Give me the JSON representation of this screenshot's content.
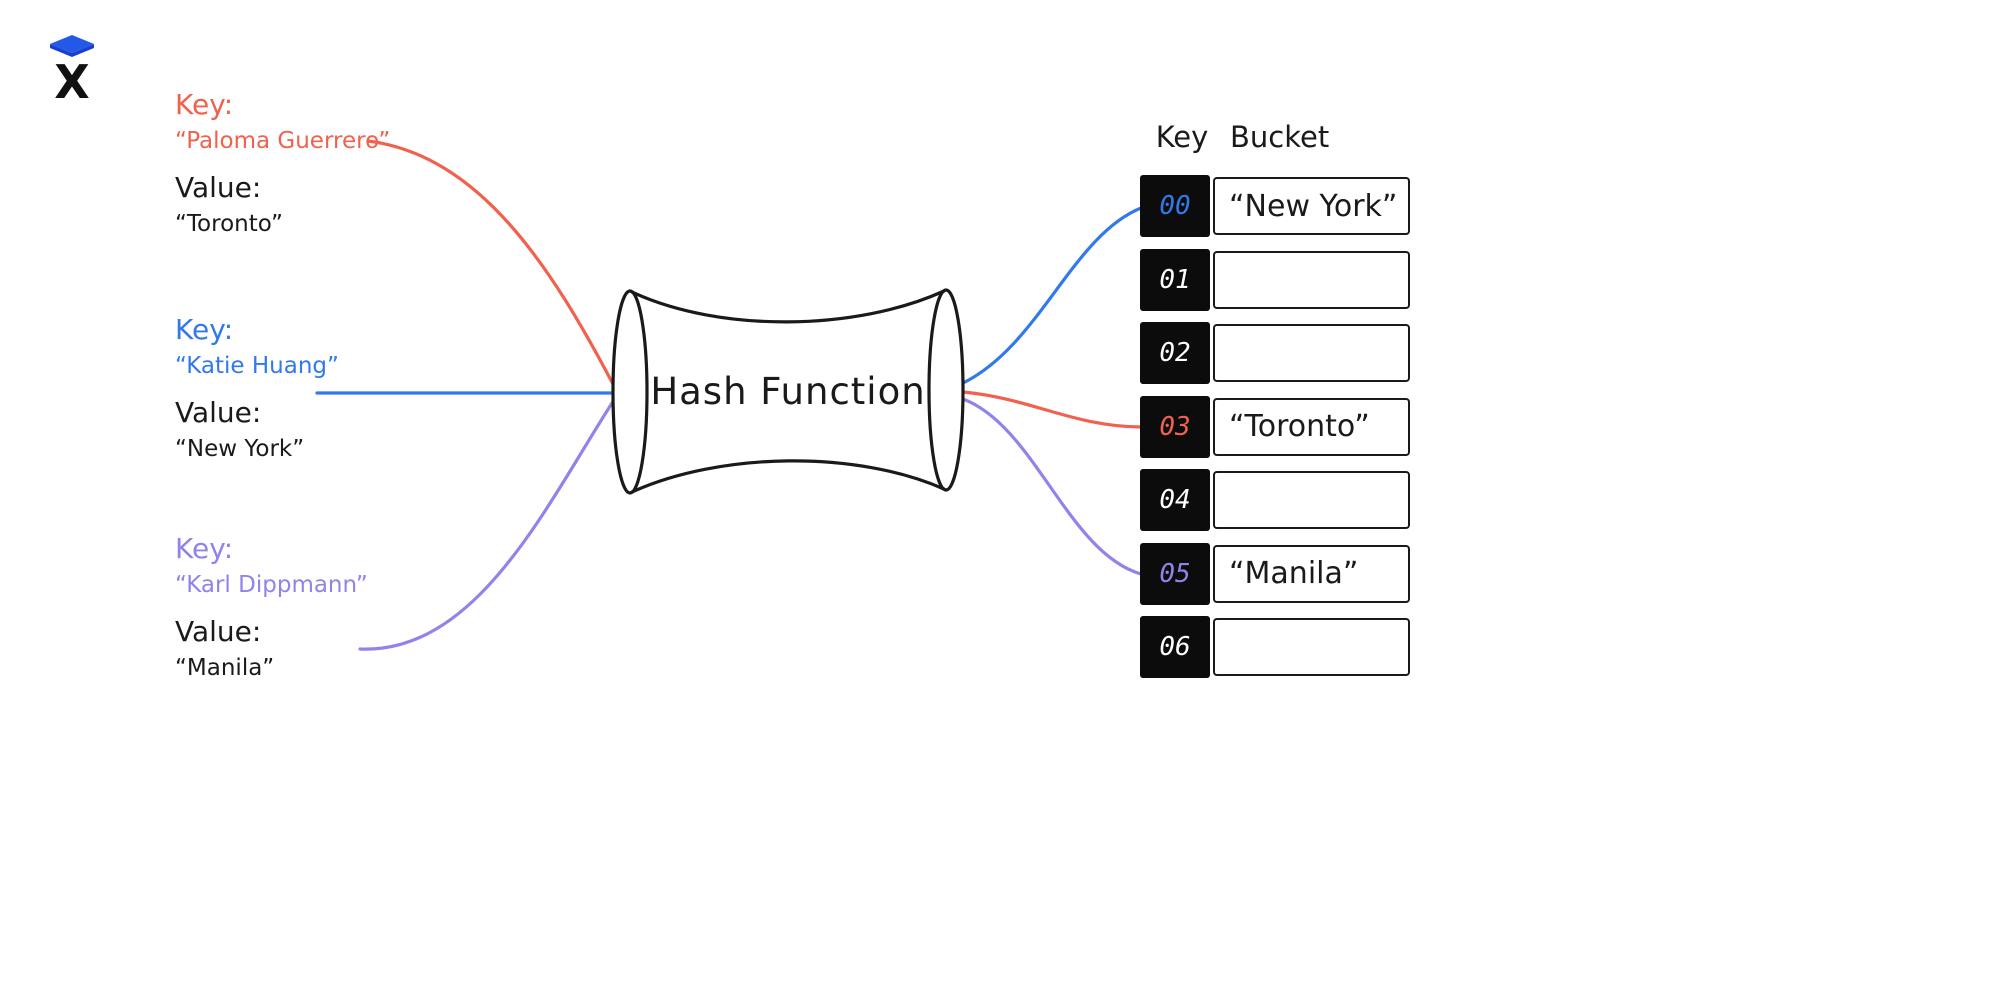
{
  "colors": {
    "red": "#f0614e",
    "blue": "#3279ec",
    "purple": "#8f84e9",
    "ink": "#1a1a1a",
    "logo_blue": "#2458e6"
  },
  "logo": {
    "letter": "X"
  },
  "inputs": [
    {
      "key_label": "Key:",
      "key": "“Paloma Guerrero”",
      "value_label": "Value:",
      "value": "“Toronto”",
      "color": "red"
    },
    {
      "key_label": "Key:",
      "key": "“Katie Huang”",
      "value_label": "Value:",
      "value": "“New York”",
      "color": "blue"
    },
    {
      "key_label": "Key:",
      "key": "“Karl Dippmann”",
      "value_label": "Value:",
      "value": "“Manila”",
      "color": "purple"
    }
  ],
  "hash_function": {
    "label": "Hash Function"
  },
  "table": {
    "headers": {
      "key": "Key",
      "bucket": "Bucket"
    },
    "rows": [
      {
        "key": "00",
        "bucket": "“New York”",
        "highlight": "blue"
      },
      {
        "key": "01",
        "bucket": "",
        "highlight": ""
      },
      {
        "key": "02",
        "bucket": "",
        "highlight": ""
      },
      {
        "key": "03",
        "bucket": "“Toronto”",
        "highlight": "red"
      },
      {
        "key": "04",
        "bucket": "",
        "highlight": ""
      },
      {
        "key": "05",
        "bucket": "“Manila”",
        "highlight": "purple"
      },
      {
        "key": "06",
        "bucket": "",
        "highlight": ""
      }
    ]
  }
}
